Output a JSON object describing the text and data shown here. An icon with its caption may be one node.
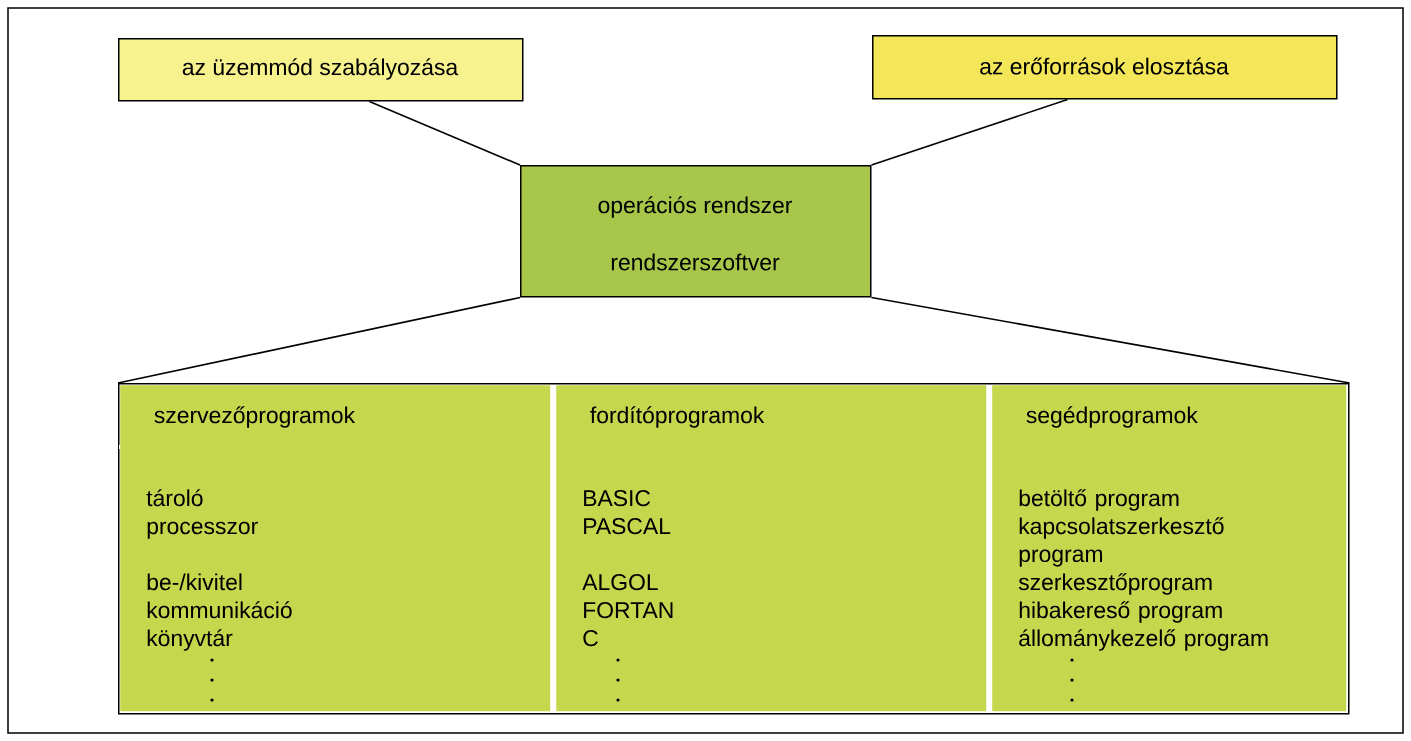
{
  "diagram": {
    "nodes": [
      {
        "text": [
          "az üzemmód szabályozása"
        ]
      },
      {
        "text": [
          "az erőforrások elosztása"
        ]
      },
      {
        "text": [
          "operációs rendszer",
          "rendszerszoftver"
        ]
      },
      {
        "text": [],
        "shape": "box"
      },
      {
        "text": [
          "szervezőprogramok",
          "tároló",
          "processzor",
          "be-/kivitel",
          "kommunikáció",
          "könyvtár"
        ],
        "in": 3
      },
      {
        "text": [
          "fordítóprogramok",
          "BASIC",
          "PASCAL",
          "ALGOL",
          "FORTAN",
          "C"
        ],
        "in": 3
      },
      {
        "text": [
          "segédprogramok",
          "betöltő program",
          "kapcsolatszerkesztő program",
          "szerkesztőprogram",
          "hibakereső program",
          "állománykezelő program"
        ],
        "in": 3
      }
    ],
    "edges": [
      {
        "from": 0,
        "to": 2,
        "arrow": "none"
      },
      {
        "from": 1,
        "to": 2,
        "arrow": "none"
      },
      {
        "from": 2,
        "to": 3,
        "arrow": "none"
      },
      {
        "from": 2,
        "to": 3,
        "arrow": "none"
      }
    ]
  }
}
